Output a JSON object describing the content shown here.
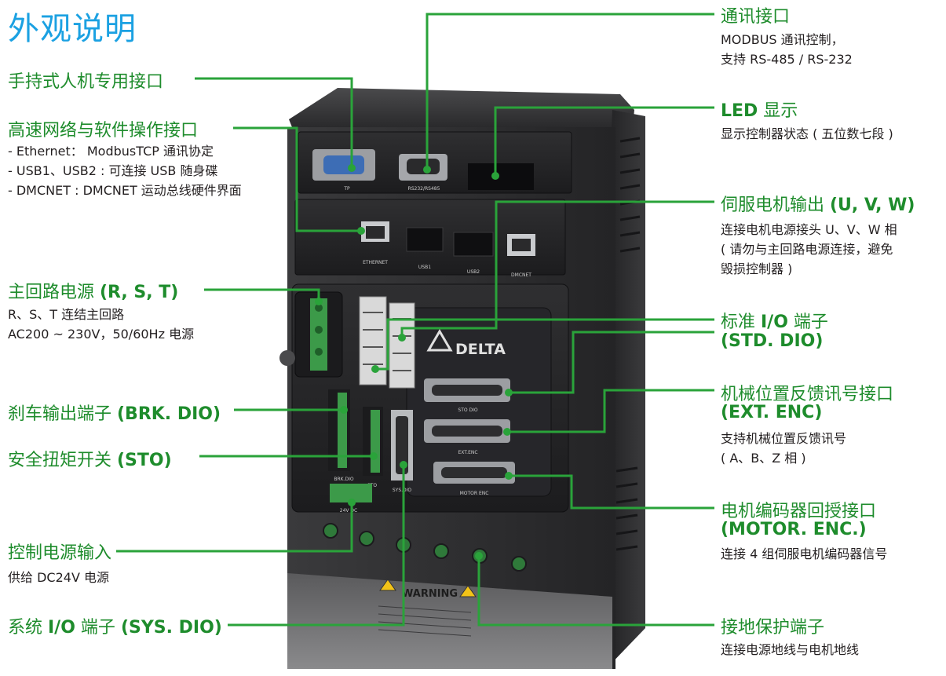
{
  "title": "外观说明",
  "left": {
    "handheld": {
      "label": "手持式人机专用接口"
    },
    "network": {
      "label": "高速网络与软件操作接口",
      "lines": [
        "- Ethernet： ModbusTCP 通讯协定",
        "- USB1、USB2 : 可连接 USB 随身碟",
        "- DMCNET : DMCNET 运动总线硬件界面"
      ]
    },
    "main_power": {
      "label": "主回路电源 ",
      "label_bold": "(R, S, T)",
      "lines": [
        "R、S、T 连结主回路",
        "AC200 ~ 230V，50/60Hz 电源"
      ]
    },
    "brake": {
      "label": "刹车输出端子 ",
      "label_bold": "(BRK. DIO)"
    },
    "sto": {
      "label": "安全扭矩开关 ",
      "label_bold": "(STO)"
    },
    "ctrl_power": {
      "label": "控制电源输入",
      "lines": [
        "供给 DC24V 电源"
      ]
    },
    "sys_dio": {
      "label_pre": "系统 ",
      "label_io": "I/O",
      "label_mid": " 端子 ",
      "label_bold": "(SYS. DIO)"
    }
  },
  "right": {
    "comm": {
      "label": "通讯接口",
      "lines": [
        "MODBUS 通讯控制，",
        "支持 RS-485 / RS-232"
      ]
    },
    "led": {
      "label_bold": "LED",
      "label": " 显示",
      "lines": [
        "显示控制器状态 ( 五位数七段 )"
      ]
    },
    "servo_out": {
      "label": "伺服电机输出 ",
      "label_bold": "(U, V, W)",
      "lines": [
        "连接电机电源接头 U、V、W 相",
        "( 请勿与主回路电源连接，避免",
        "毁损控制器 )"
      ]
    },
    "std_dio": {
      "label_pre": "标准 ",
      "label_io": "I/O",
      "label_mid": " 端子",
      "label_bold": "(STD. DIO)"
    },
    "ext_enc": {
      "label": "机械位置反馈讯号接口",
      "label_bold": "(EXT. ENC)",
      "lines": [
        "支持机械位置反馈讯号",
        "( A、B、Z 相 )"
      ]
    },
    "motor_enc": {
      "label": "电机编码器回授接口",
      "label_bold": "(MOTOR. ENC.)",
      "lines": [
        "连接 4 组伺服电机编码器信号"
      ]
    },
    "ground": {
      "label": "接地保护端子",
      "lines": [
        "连接电源地线与电机地线"
      ]
    }
  },
  "device": {
    "brand": "DELTA",
    "ports": {
      "tp": "TP",
      "rs": "RS232/RS485",
      "ethernet": "ETHERNET",
      "usb1": "USB1",
      "usb2": "USB2",
      "dmcnet": "DMCNET",
      "sto_dio": "STO DIO",
      "ext_enc": "EXT.ENC",
      "motor_enc": "MOTOR ENC",
      "brk_dio": "BRK.DIO",
      "sto": "STO",
      "sys_dio": "SYS.DIO",
      "dc24v": "24V DC"
    },
    "warning": "WARNING"
  },
  "colors": {
    "title": "#1ba1e2",
    "label": "#1e8c2c",
    "line": "#2aa33a",
    "device_dark": "#2b2b2d"
  }
}
